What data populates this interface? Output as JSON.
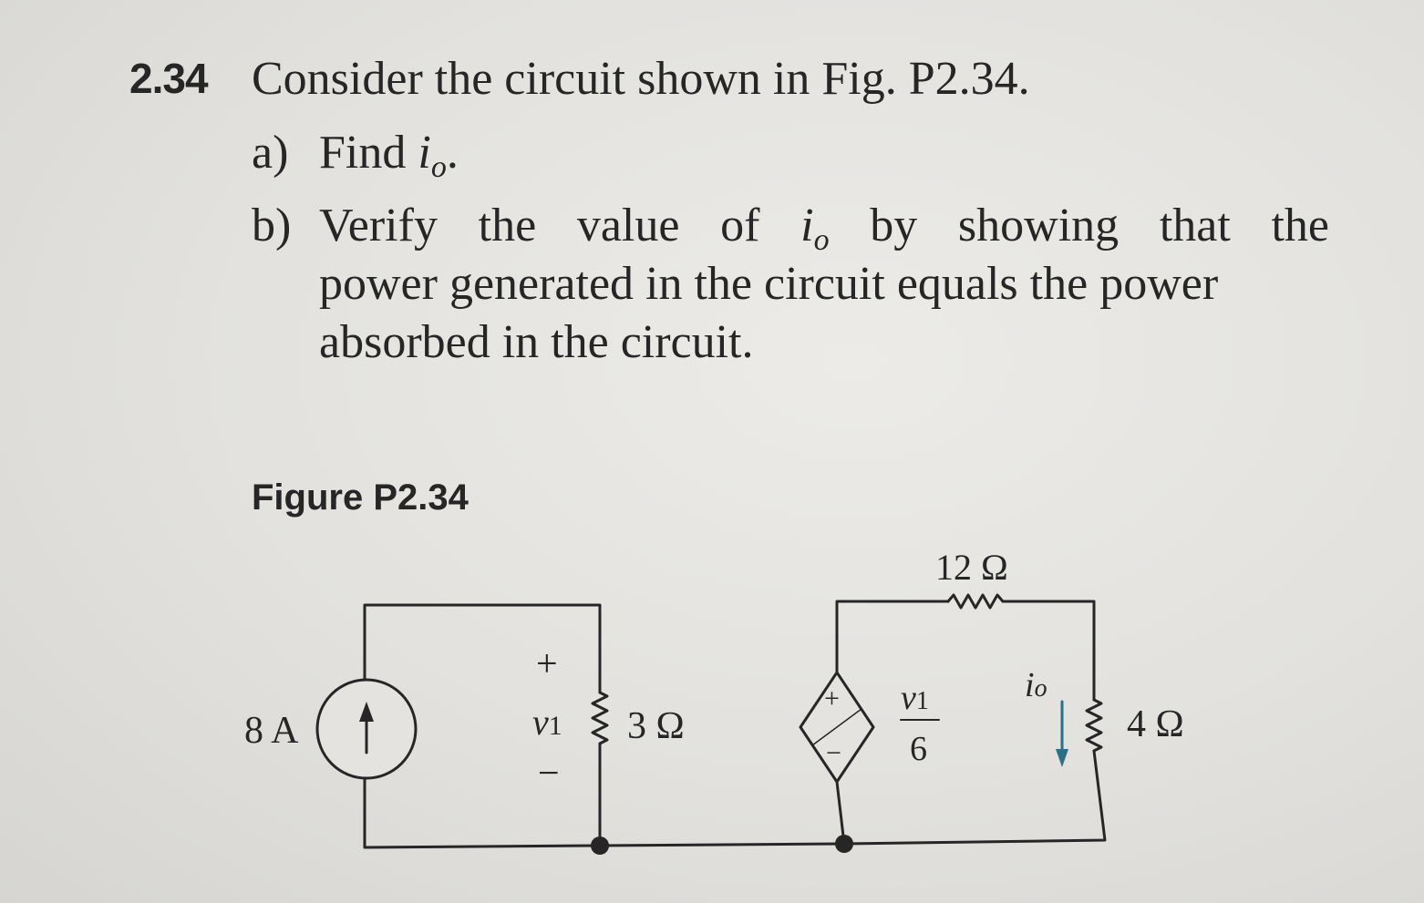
{
  "problem": {
    "number": "2.34",
    "title": "Consider the circuit shown in Fig. P2.34.",
    "part_a": {
      "label": "a)",
      "text_before": "Find ",
      "var_main": "i",
      "var_sub": "o",
      "text_after": "."
    },
    "part_b": {
      "label": "b)",
      "line1_words": [
        "Verify",
        "the",
        "value",
        "of"
      ],
      "var_main": "i",
      "var_sub": "o",
      "line1_words_after": [
        "by",
        "showing",
        "that",
        "the"
      ],
      "line2": "power generated in the circuit equals the power",
      "line3": "absorbed in the circuit."
    }
  },
  "figure": {
    "title": "Figure P2.34",
    "labels": {
      "current_source": "8 A",
      "plus_sign": "+",
      "minus_sign": "−",
      "voltage_var": "v",
      "voltage_sub": "1",
      "resistor_3": "3 Ω",
      "resistor_12": "12 Ω",
      "resistor_4": "4 Ω",
      "dependent_numerator_var": "v",
      "dependent_numerator_sub": "1",
      "dependent_denominator": "6",
      "dependent_plus": "+",
      "dependent_minus": "−",
      "current_var": "i",
      "current_sub": "o"
    },
    "colors": {
      "wire": "#262626",
      "current_arrow": "#2d6f86"
    }
  }
}
